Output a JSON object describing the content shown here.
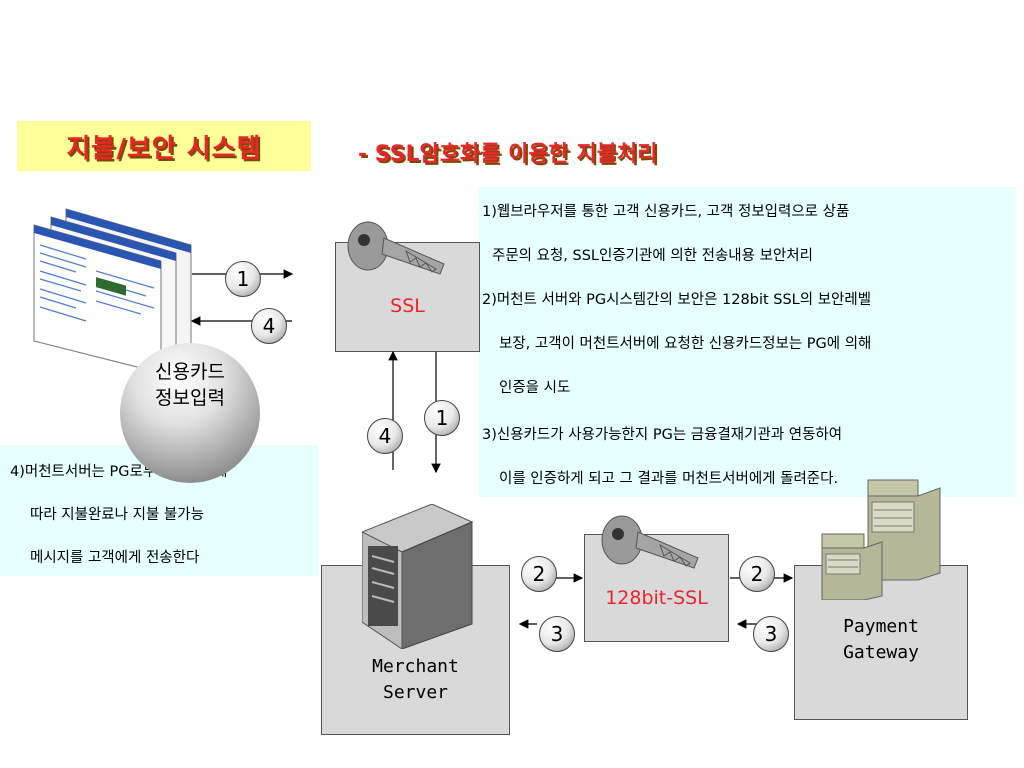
{
  "title": "지불/보안 시스템",
  "subtitle": "- SSL암호화를 이용한 지불처리",
  "notes": [
    "1)웹브라우저를 통한 고객 신용카드, 고객 정보입력으로 상품",
    "주문의 요청, SSL인증기관에 의한 전송내용 보안처리",
    "2)머천트 서버와 PG시스템간의 보안은 128bit SSL의 보안레벨",
    "보장, 고객이 머천트서버에 요청한 신용카드정보는 PG에 의해",
    "인증을 시도",
    "3)신용카드가 사용가능한지 PG는 금융결재기관과 연동하여",
    "이를 인증하게 되고 그 결과를 머천트서버에게 돌려준다."
  ],
  "left_note": [
    "4)머천트서버는 PG로부터의 결과에",
    "따라 지불완료나 지불 불가능",
    "메시지를 고객에게 전송한다"
  ],
  "sphere_label": [
    "신용카드",
    "정보입력"
  ],
  "ssl_label": "SSL",
  "ssl128_label": "128bit-SSL",
  "merchant_label": "Merchant\nServer",
  "gateway_label": "Payment\nGateway",
  "steps": {
    "one": "1",
    "two": "2",
    "three": "3",
    "four": "4"
  },
  "colors": {
    "title_red": "#e8262a",
    "title_bg": "#ffff99",
    "note_bg": "#e6ffff",
    "box_gray": "#d9d9d9"
  },
  "icons": [
    "key-icon",
    "server-icon",
    "browser-window-icon",
    "arrow-icon"
  ]
}
